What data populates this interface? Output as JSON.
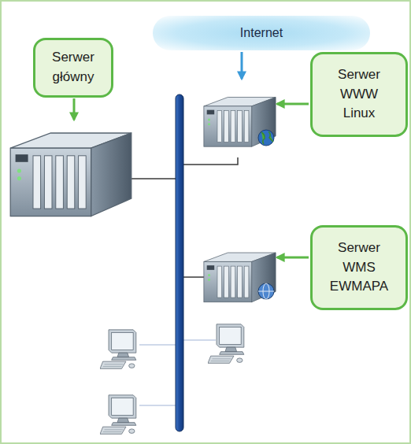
{
  "diagram": {
    "nodes": [
      {
        "text": [
          "Internet"
        ]
      },
      {
        "text": [
          "Serwer główny"
        ]
      },
      {
        "text": [
          "Serwer WWW Linux"
        ]
      },
      {
        "text": [
          "Serwer WMS EWMAPA"
        ]
      }
    ]
  }
}
